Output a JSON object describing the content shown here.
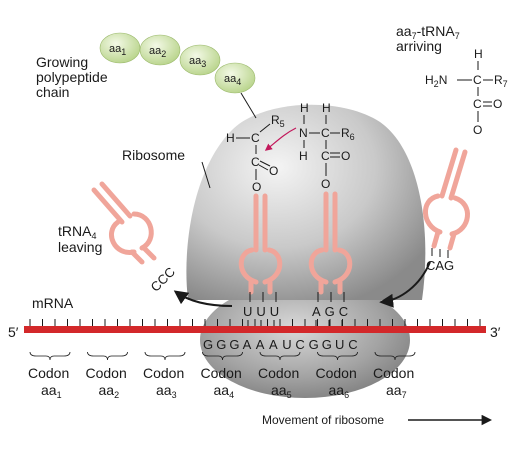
{
  "labels": {
    "growing_1": "Growing",
    "growing_2": "polypeptide",
    "growing_3": "chain",
    "ribosome": "Ribosome",
    "trna_leaving_1": "tRNA",
    "trna_leaving_sub": "4",
    "trna_leaving_2": "leaving",
    "arriving_1_pre": "aa",
    "arriving_1_sub": "7",
    "arriving_1_mid": "-tRNA",
    "arriving_1_sub2": "7",
    "arriving_2": "arriving",
    "mrna": "mRNA",
    "five_prime": "5′",
    "three_prime": "3′",
    "movement": "Movement of ribosome"
  },
  "chain_beads": [
    {
      "text": "aa",
      "sub": "1"
    },
    {
      "text": "aa",
      "sub": "2"
    },
    {
      "text": "aa",
      "sub": "3"
    },
    {
      "text": "aa",
      "sub": "4"
    }
  ],
  "chemistry": {
    "r5": "R",
    "r5_sub": "5",
    "r6": "R",
    "r6_sub": "6",
    "r7": "R",
    "r7_sub": "7",
    "h": "H",
    "n": "N",
    "c": "C",
    "o": "O",
    "h2n": "H",
    "h2n_sub": "2",
    "h2n_n": "N"
  },
  "anticodons": {
    "left": [
      "U",
      "U",
      "U"
    ],
    "right": [
      "A",
      "G",
      "C"
    ],
    "leaving": "CCC",
    "arriving": "CAG"
  },
  "mrna_sequence": [
    "G",
    "G",
    "G",
    "A",
    "A",
    "A",
    "U",
    "C",
    "G",
    "G",
    "U",
    "C"
  ],
  "codons": [
    {
      "word": "Codon",
      "aa": "aa",
      "sub": "1"
    },
    {
      "word": "Codon",
      "aa": "aa",
      "sub": "2"
    },
    {
      "word": "Codon",
      "aa": "aa",
      "sub": "3"
    },
    {
      "word": "Codon",
      "aa": "aa",
      "sub": "4"
    },
    {
      "word": "Codon",
      "aa": "aa",
      "sub": "5"
    },
    {
      "word": "Codon",
      "aa": "aa",
      "sub": "6"
    },
    {
      "word": "Codon",
      "aa": "aa",
      "sub": "7"
    }
  ],
  "colors": {
    "mrna": "#d3282a",
    "trna": "#f0a59a",
    "ribosome_light": "#f2f2f2",
    "ribosome_dark": "#8a8a8a",
    "bead_light": "#e8f2d0",
    "bead_dark": "#b9d48c",
    "arrow": "#c2185b"
  }
}
